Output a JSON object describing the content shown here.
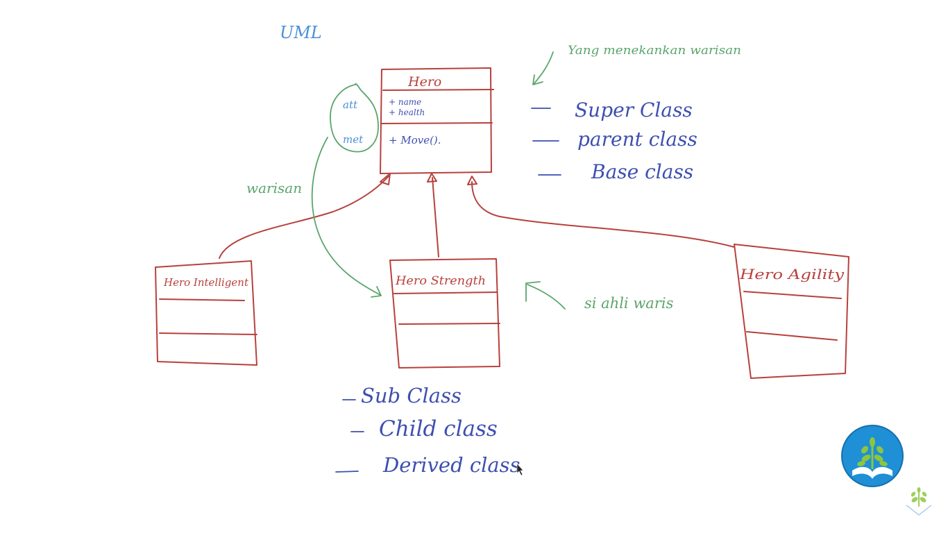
{
  "title": "UML",
  "hero_class": {
    "name": "Hero",
    "attributes": [
      "+ name",
      "+ health"
    ],
    "methods": [
      "+ Move()."
    ]
  },
  "side_labels": {
    "attributes": "att",
    "methods": "met"
  },
  "subclasses": {
    "left": "Hero Intelligent",
    "middle": "Hero Strength",
    "right": "Hero Agility"
  },
  "annotations": {
    "inherits_label": "Yang menekankan warisan",
    "inheritance_label": "warisan",
    "receiver_label": "si ahli waris"
  },
  "superclass_terms": [
    "Super Class",
    "parent class",
    "Base class"
  ],
  "subclass_terms": [
    "Sub Class",
    "Child class",
    "Derived class"
  ],
  "colors": {
    "boxes": "#b8403c",
    "green_notes": "#5aa56b",
    "blue_notes": "#3d4fb0",
    "title_blue": "#4a8fd8",
    "logo_blue": "#1f8fd6",
    "logo_green": "#8cc63f"
  },
  "icons": {
    "logo": "book-plant-logo",
    "watermark": "plant-watermark-icon",
    "cursor": "mouse-cursor-icon"
  }
}
